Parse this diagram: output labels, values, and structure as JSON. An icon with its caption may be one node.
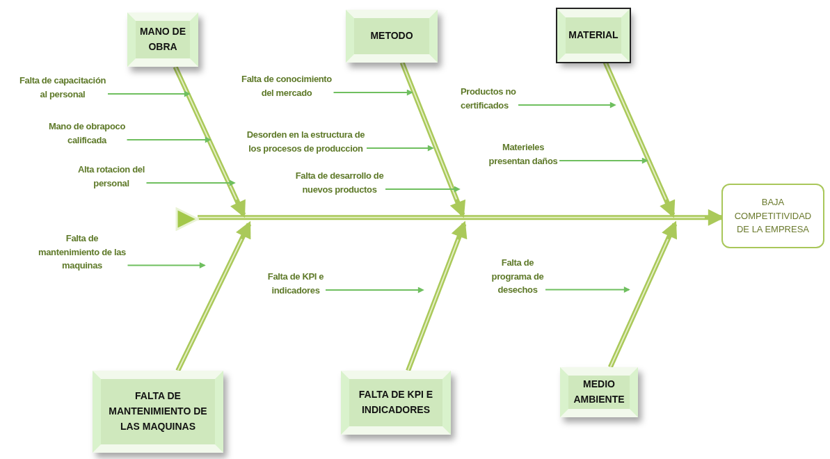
{
  "diagram": {
    "nodes": [
      {
        "text": [
          "MANO DE OBRA"
        ]
      },
      {
        "text": [
          "METODO"
        ]
      },
      {
        "text": [
          "MATERIAL"
        ]
      },
      {
        "text": [
          "FALTA DE MANTENIMIENTO DE LAS MAQUINAS"
        ]
      },
      {
        "text": [
          "FALTA DE KPI E INDICADORES"
        ]
      },
      {
        "text": [
          "MEDIO AMBIENTE"
        ]
      },
      {
        "text": [
          "BAJA COMPETITIVIDAD DE LA EMPRESA"
        ]
      },
      {
        "text": [],
        "shape": "triangle"
      },
      {
        "text": [
          "Falta de capacitación al personal"
        ]
      },
      {
        "text": [
          "Mano de obrapoco calificada"
        ]
      },
      {
        "text": [
          "Alta rotacion del personal"
        ]
      },
      {
        "text": [
          "Falta de conocimiento del mercado"
        ]
      },
      {
        "text": [
          "Desorden en la estructura de los procesos de produccion"
        ]
      },
      {
        "text": [
          "Falta de desarrollo de nuevos productos"
        ]
      },
      {
        "text": [
          "Productos no certificados"
        ]
      },
      {
        "text": [
          "Materieles presentan daños"
        ]
      },
      {
        "text": [
          "Falta de mantenimiento de las maquinas"
        ]
      },
      {
        "text": [
          "Falta de KPI e indicadores"
        ]
      },
      {
        "text": [
          "Falta de programa de desechos"
        ]
      }
    ],
    "edges": [
      {
        "from": 7,
        "to": 6,
        "arrow": "to",
        "style": "thick"
      },
      {
        "from": 0,
        "to": null,
        "arrow": "to",
        "style": "thick"
      },
      {
        "from": 1,
        "to": null,
        "arrow": "to",
        "style": "thick"
      },
      {
        "from": 2,
        "to": null,
        "arrow": "to",
        "style": "thick"
      },
      {
        "from": 3,
        "to": null,
        "arrow": "to",
        "style": "thick"
      },
      {
        "from": 4,
        "to": null,
        "arrow": "to",
        "style": "thick"
      },
      {
        "from": 5,
        "to": null,
        "arrow": "to",
        "style": "thick"
      },
      {
        "from": 8,
        "to": null,
        "arrow": "to"
      },
      {
        "from": 9,
        "to": null,
        "arrow": "to"
      },
      {
        "from": 10,
        "to": null,
        "arrow": "to"
      },
      {
        "from": 11,
        "to": null,
        "arrow": "to"
      },
      {
        "from": 12,
        "to": null,
        "arrow": "to"
      },
      {
        "from": 13,
        "to": null,
        "arrow": "to"
      },
      {
        "from": 14,
        "to": null,
        "arrow": "to"
      },
      {
        "from": 15,
        "to": null,
        "arrow": "to"
      },
      {
        "from": 16,
        "to": null,
        "arrow": "to"
      },
      {
        "from": 17,
        "to": null,
        "arrow": "to"
      },
      {
        "from": 18,
        "to": null,
        "arrow": "to"
      }
    ]
  }
}
